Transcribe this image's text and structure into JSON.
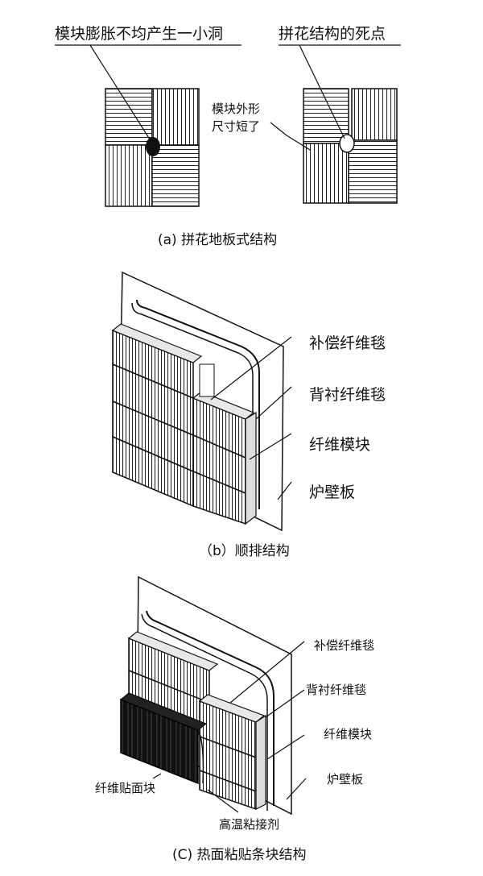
{
  "panel_a": {
    "label_hole": "模块膨胀不均产生一小洞",
    "label_deadpoint": "拼花结构的死点",
    "label_size_1": "模块外形",
    "label_size_2": "尺寸短了",
    "caption": "(a) 拼花地板式结构"
  },
  "panel_b": {
    "label_1": "补偿纤维毯",
    "label_2": "背衬纤维毯",
    "label_3": "纤维模块",
    "label_4": "炉壁板",
    "caption": "（b）顺排结构"
  },
  "panel_c": {
    "label_1": "补偿纤维毯",
    "label_2": "背衬纤维毯",
    "label_3": "纤维模块",
    "label_4": "炉壁板",
    "label_5": "纤维贴面块",
    "label_6": "高温粘接剂",
    "caption": "(C) 热面粘贴条块结构"
  }
}
